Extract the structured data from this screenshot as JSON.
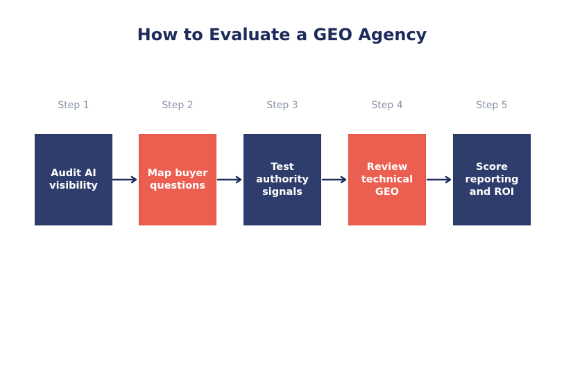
{
  "title": "How to Evaluate a GEO Agency",
  "colors": {
    "title": "#1c2b5a",
    "step_label": "#8a92a6",
    "navy": "#2e3d6b",
    "coral": "#ec5e4f",
    "arrow": "#1c2b5a"
  },
  "steps": [
    {
      "label": "Step 1",
      "text": "Audit AI visibility",
      "color": "navy"
    },
    {
      "label": "Step 2",
      "text": "Map buyer questions",
      "color": "coral"
    },
    {
      "label": "Step 3",
      "text": "Test authority signals",
      "color": "navy"
    },
    {
      "label": "Step 4",
      "text": "Review technical GEO",
      "color": "coral"
    },
    {
      "label": "Step 5",
      "text": "Score reporting and ROI",
      "color": "navy"
    }
  ]
}
